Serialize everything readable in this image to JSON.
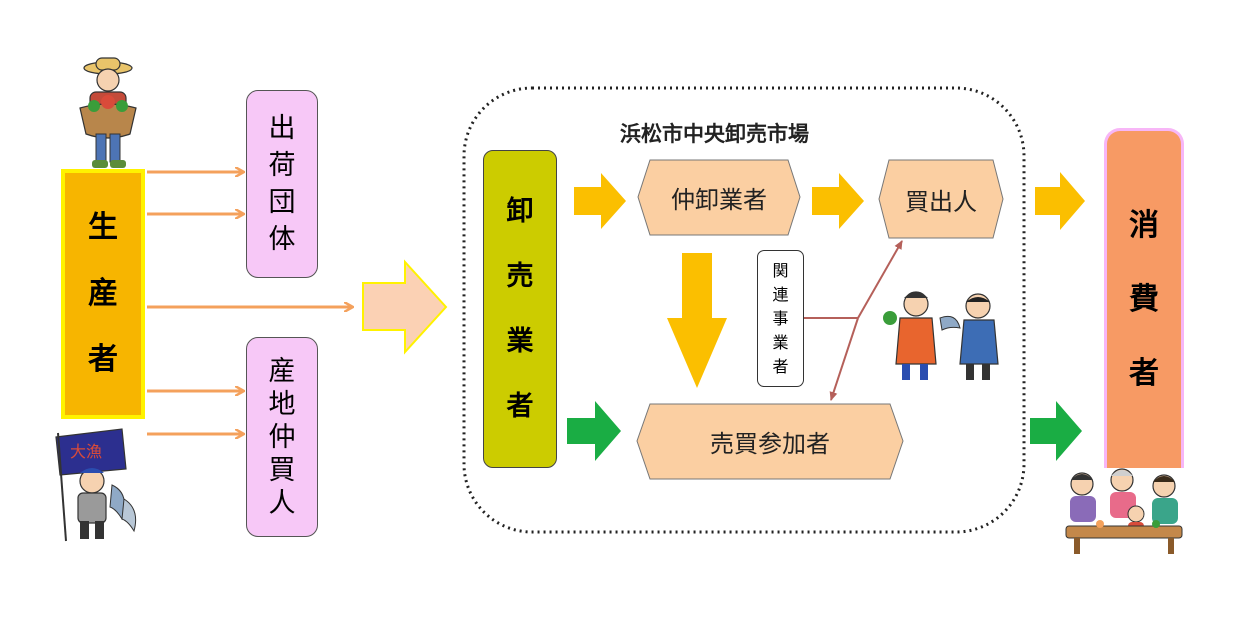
{
  "producer": {
    "chars": [
      "生",
      "産",
      "者"
    ]
  },
  "shipping_group": {
    "chars": [
      "出",
      "荷",
      "団",
      "体"
    ]
  },
  "local_broker": {
    "chars": [
      "産",
      "地",
      "仲",
      "買",
      "人"
    ]
  },
  "market": {
    "title": "浜松市中央卸売市場"
  },
  "wholesaler": {
    "chars": [
      "卸",
      "売",
      "業",
      "者"
    ]
  },
  "intermediate_wholesaler": {
    "label": "仲卸業者"
  },
  "buyer": {
    "label": "買出人"
  },
  "related_business": {
    "chars": [
      "関",
      "連",
      "事",
      "業",
      "者"
    ]
  },
  "trade_participant": {
    "label": "売買参加者"
  },
  "consumer": {
    "chars": [
      "消",
      "費",
      "者"
    ]
  },
  "colors": {
    "producer_fill": "#f7b500",
    "producer_border": "#fff200",
    "pink_box": "#f7c8f7",
    "wholesaler_fill": "#cccc00",
    "peach_box": "#fbcfa2",
    "consumer_fill": "#f79a64",
    "consumer_border": "#f7b6f7",
    "orange_arrow": "#f4a15c",
    "yellow_arrow": "#fbbf00",
    "green_arrow": "#1aad44",
    "big_arrow_fill": "#fbd1b4",
    "big_arrow_border": "#fff200",
    "brown_line": "#b5605a"
  }
}
